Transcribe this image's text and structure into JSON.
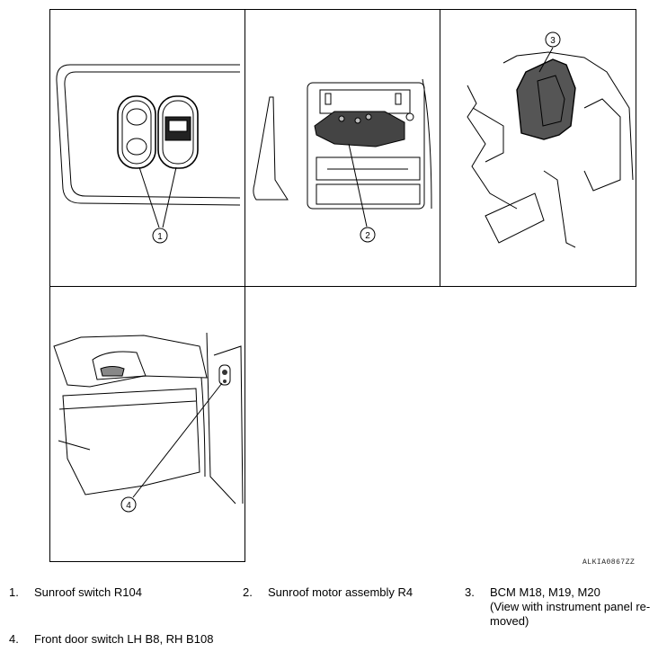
{
  "figure": {
    "code": "ALKIA0867ZZ",
    "callouts": [
      "1",
      "2",
      "3",
      "4"
    ]
  },
  "legend": [
    {
      "num": "1.",
      "text": "Sunroof switch R104"
    },
    {
      "num": "2.",
      "text": "Sunroof motor assembly R4"
    },
    {
      "num": "3.",
      "text": "BCM M18, M19, M20"
    },
    {
      "num": "4.",
      "text": "Front door switch LH B8, RH B108"
    }
  ],
  "legend_item3_note": "(View with instrument panel re-moved)"
}
